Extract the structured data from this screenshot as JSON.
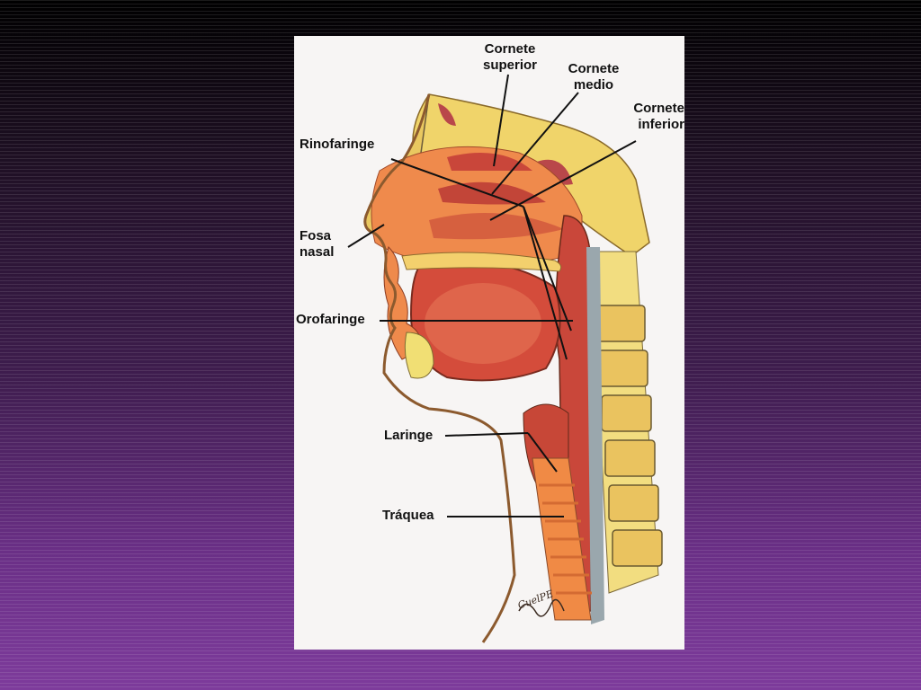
{
  "diagram": {
    "labels": {
      "cornete_superior": [
        "Cornete",
        "superior"
      ],
      "cornete_medio": [
        "Cornete",
        "medio"
      ],
      "cornete_inferior": [
        "Cornete",
        "inferior"
      ],
      "rinofaringe": "Rinofaringe",
      "fosa_nasal": [
        "Fosa",
        "nasal"
      ],
      "orofaringe": "Orofaringe",
      "laringe": "Laringe",
      "traquea": "Tráquea"
    },
    "signature": "CuelPE"
  },
  "colors": {
    "background_top": "#000000",
    "background_bottom": "#7d3b9b",
    "card": "#f7f5f4",
    "tissue_red": "#d8593e",
    "tissue_orange": "#ef8a4c",
    "bone_yellow": "#f2d86a",
    "cartilage_gray": "#9aa7ad"
  }
}
